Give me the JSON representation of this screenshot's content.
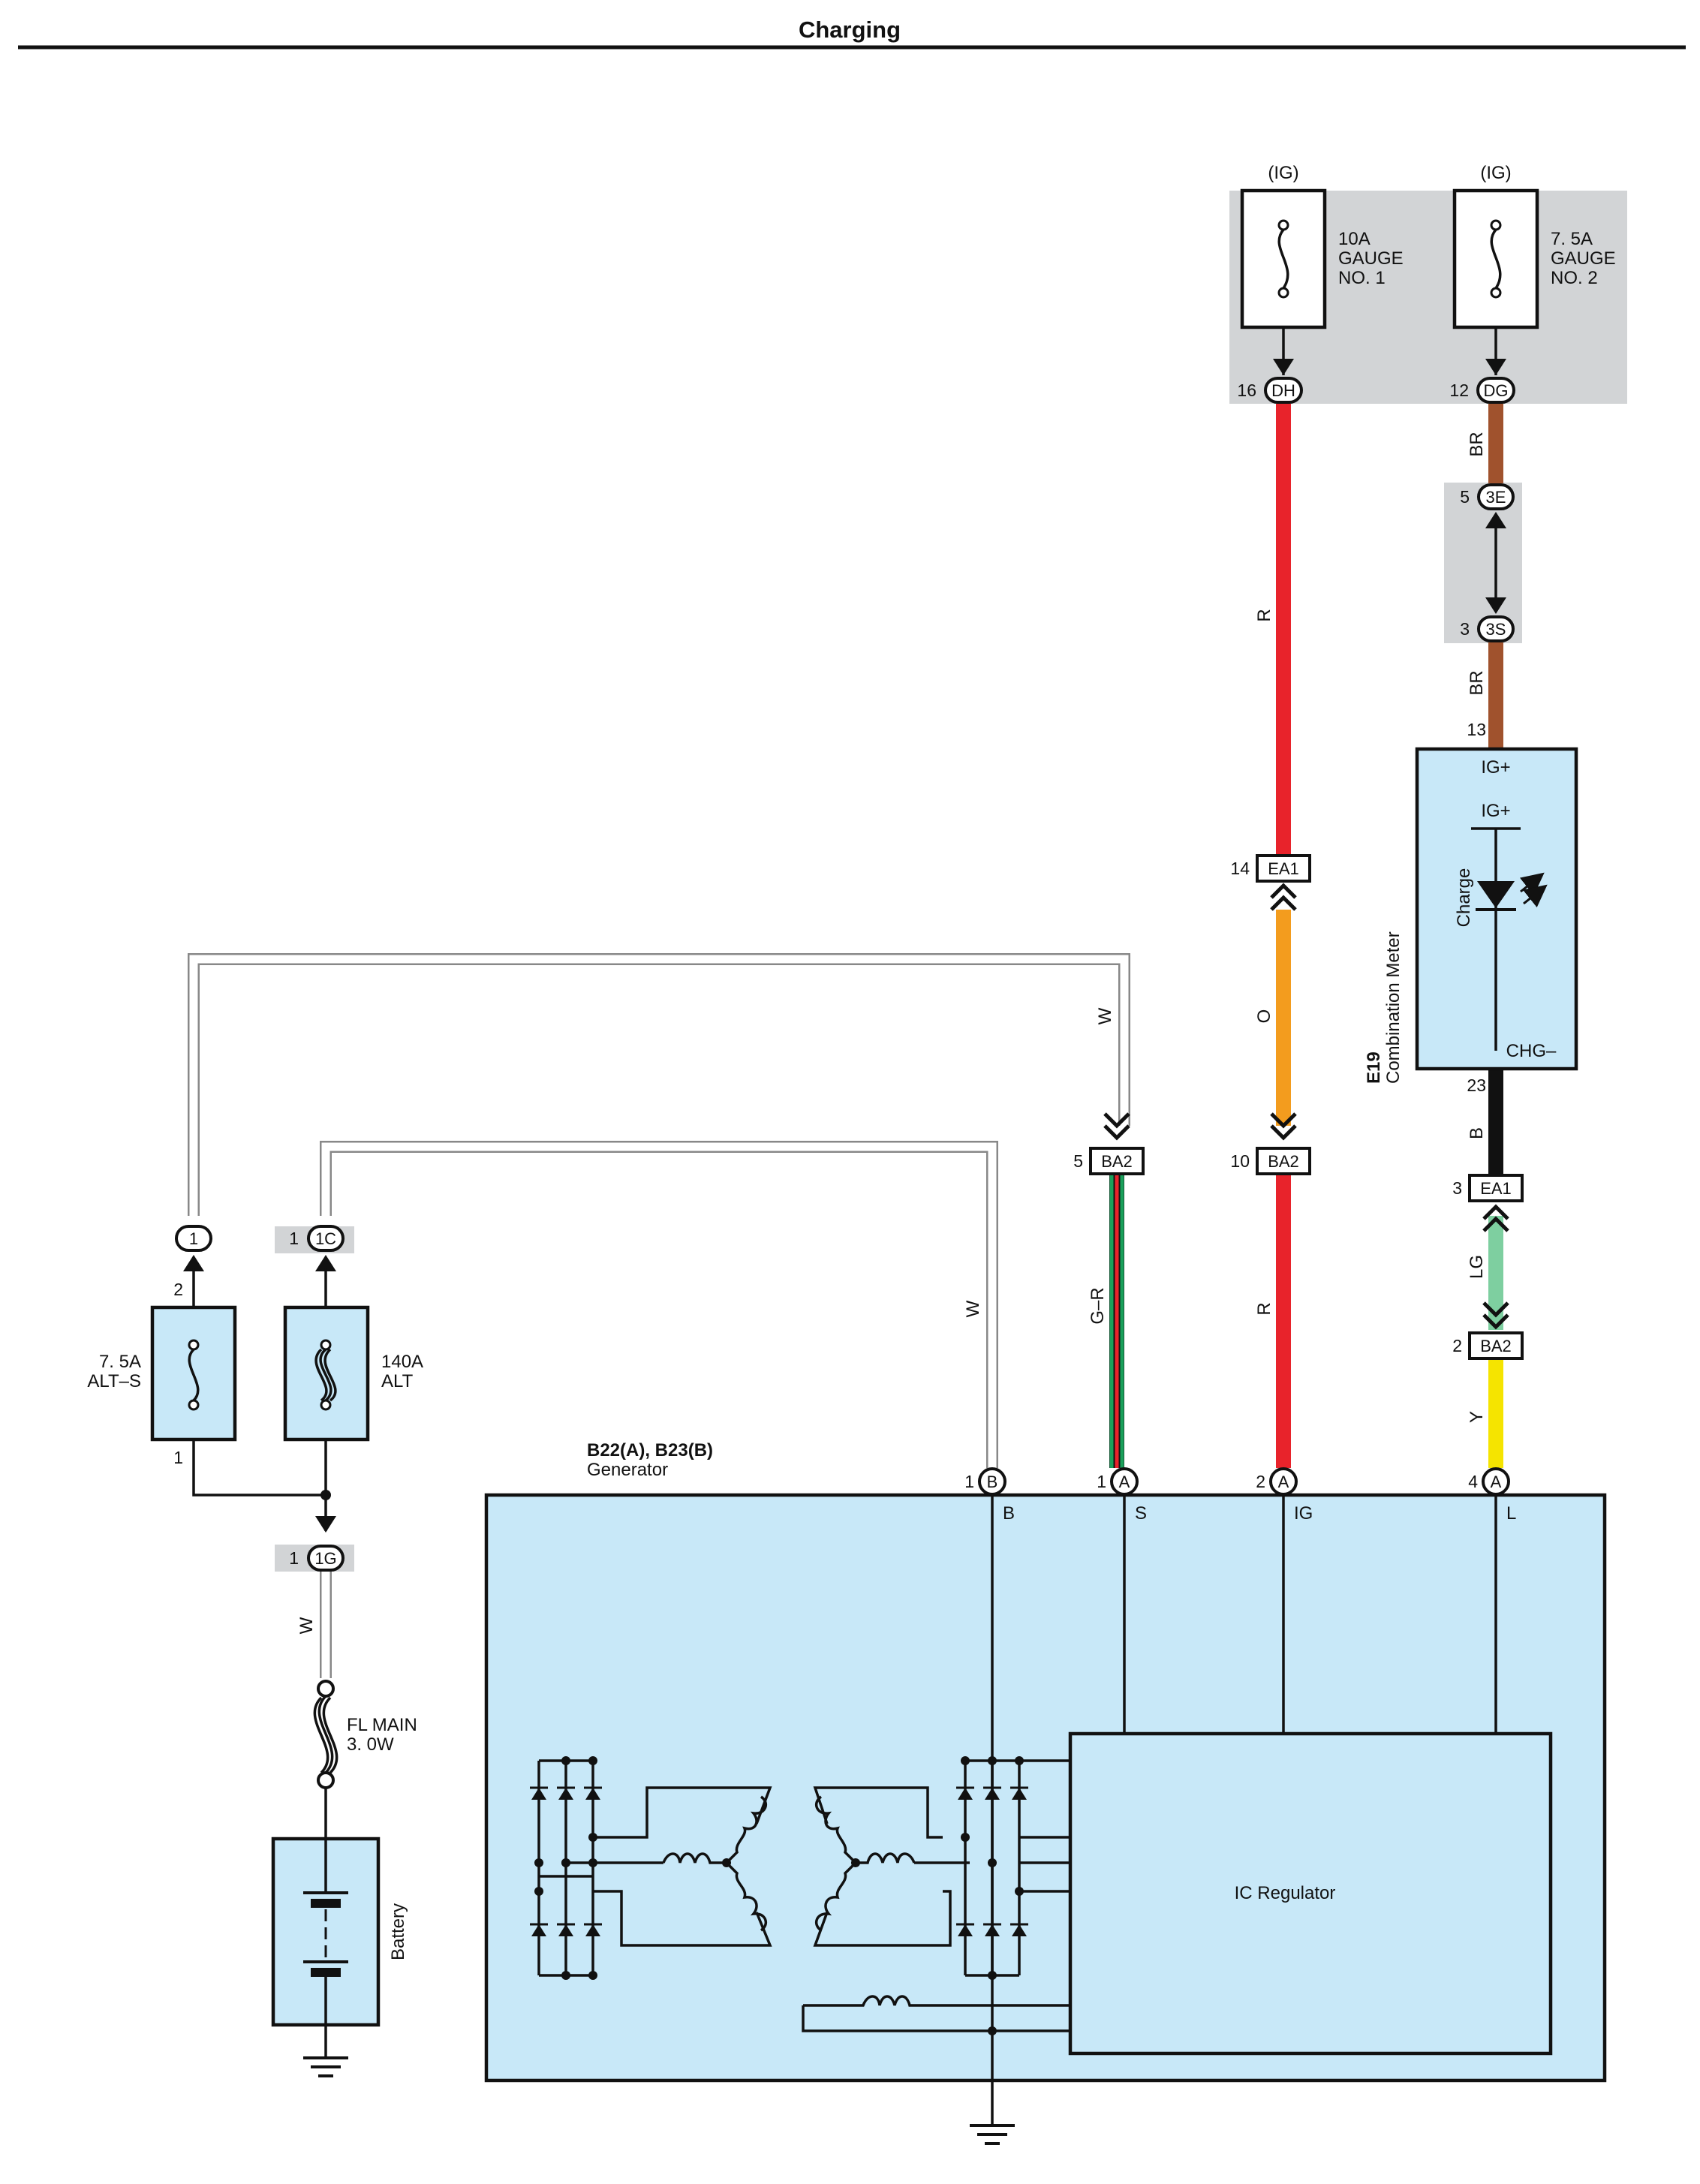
{
  "title": "Charging",
  "colors": {
    "panel_blue": "#c8e8f8",
    "shade_gray": "#d2d4d6",
    "wire_red": "#e8232b",
    "wire_brown": "#a0522d",
    "wire_orange": "#f39c1e",
    "wire_black": "#111111",
    "wire_light_green": "#7ecfa0",
    "wire_yellow": "#f5e400",
    "wire_green": "#1aa05a",
    "wire_white": "#ffffff"
  },
  "fuses": {
    "gauge1": {
      "source": "(IG)",
      "rating": "10A",
      "name1": "GAUGE",
      "name2": "NO. 1",
      "pin": "16",
      "connector": "DH"
    },
    "gauge2": {
      "source": "(IG)",
      "rating": "7. 5A",
      "name1": "GAUGE",
      "name2": "NO. 2",
      "pin": "12",
      "connector": "DG"
    },
    "alt_s": {
      "rating": "7. 5A",
      "name": "ALT–S",
      "pin_top": "2",
      "pin_bottom": "1",
      "connector": "1"
    },
    "alt": {
      "rating": "140A",
      "name": "ALT",
      "pin_top": "1",
      "connector": "1C"
    },
    "fl_main": {
      "name": "FL MAIN",
      "rating": "3. 0W"
    }
  },
  "junction_1g": {
    "pin": "1",
    "connector": "1G"
  },
  "battery": {
    "label": "Battery"
  },
  "connector_3e": {
    "pin": "5",
    "label": "3E"
  },
  "connector_3s": {
    "pin": "3",
    "label": "3S"
  },
  "meter": {
    "code": "E19",
    "name": "Combination Meter",
    "pin_ig": "13",
    "term_ig_top": "IG+",
    "term_ig_inner": "IG+",
    "charge_label": "Charge",
    "term_chg": "CHG–",
    "pin_chg": "23"
  },
  "ea1_left": {
    "pin": "14",
    "label": "EA1"
  },
  "ea1_right": {
    "pin": "3",
    "label": "EA1"
  },
  "ba2": [
    {
      "pin": "5",
      "label": "BA2"
    },
    {
      "pin": "10",
      "label": "BA2"
    },
    {
      "pin": "2",
      "label": "BA2"
    }
  ],
  "wire_labels": {
    "dh_red": "R",
    "br_upper": "BR",
    "br_lower": "BR",
    "orange": "O",
    "white_top": "W",
    "white_b": "W",
    "green_red": "G–R",
    "red_lower": "R",
    "black": "B",
    "light_green": "LG",
    "yellow": "Y",
    "white_1g": "W"
  },
  "generator": {
    "codes": "B22(A), B23(B)",
    "name": "Generator",
    "regulator": "IC Regulator",
    "terminals": [
      {
        "pin": "1",
        "conn": "B",
        "name": "B"
      },
      {
        "pin": "1",
        "conn": "A",
        "name": "S"
      },
      {
        "pin": "2",
        "conn": "A",
        "name": "IG"
      },
      {
        "pin": "4",
        "conn": "A",
        "name": "L"
      }
    ]
  }
}
